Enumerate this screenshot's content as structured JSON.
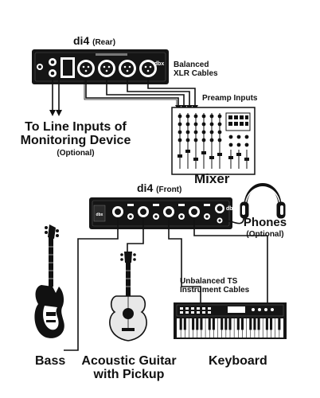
{
  "labels": {
    "di4_rear": "di4",
    "di4_rear_suffix": "(Rear)",
    "di4_front": "di4",
    "di4_front_suffix": "(Front)",
    "balanced_xlr_line1": "Balanced",
    "balanced_xlr_line2": "XLR Cables",
    "preamp_inputs": "Preamp Inputs",
    "line_inputs_line1": "To Line Inputs of",
    "line_inputs_line2": "Monitoring Device",
    "optional_left": "(Optional)",
    "mixer": "Mixer",
    "phones": "Phones",
    "optional_phones": "(Optional)",
    "unbalanced_line1": "Unbalanced TS",
    "unbalanced_line2": "Instrument Cables",
    "bass": "Bass",
    "acoustic_line1": "Acoustic Guitar",
    "acoustic_line2": "with Pickup",
    "keyboard": "Keyboard",
    "brand_logo": "dbx"
  },
  "colors": {
    "ink": "#111111",
    "device_body": "#151515",
    "paper": "#ffffff",
    "guitar_body": "#e8e8e8"
  }
}
